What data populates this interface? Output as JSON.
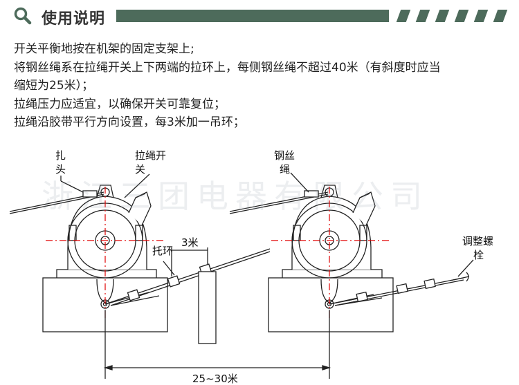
{
  "header": {
    "title": "使用说明",
    "accent_color": "#4d6b5b",
    "icon": "search-icon"
  },
  "instructions": [
    "开关平衡地按在机架的固定支架上;",
    "将钢丝绳系在拉绳开关上下两端的拉环上，每侧钢丝绳不超过40米（有斜度时应当",
    "缩短为25米）；",
    "拉绳压力应适宜，以确保开关可靠复位；",
    "拉绳沿胶带平行方向设置，每3米加一吊环；"
  ],
  "diagram": {
    "labels": {
      "knot_line1": "扎",
      "knot_line2": "头",
      "switch_line1": "拉绳开",
      "switch_line2": "关",
      "ring": "托环",
      "spacing": "3米",
      "rope_line1": "钢丝",
      "rope_line2": "绳",
      "bolt_line1": "调整螺",
      "bolt_line2": "栓",
      "distance": "25~30米"
    },
    "watermark": "浙江三团电器有限公司"
  }
}
